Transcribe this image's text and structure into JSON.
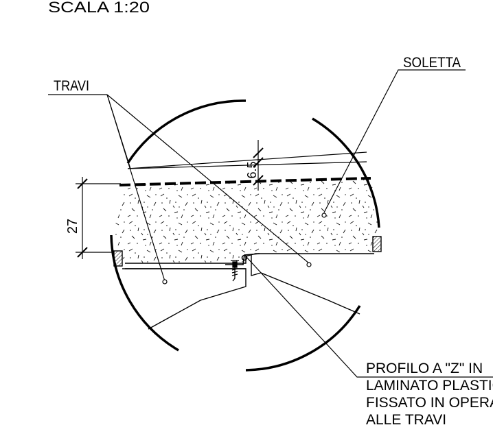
{
  "scale_label": "SCALA 1:20",
  "labels": {
    "soletta": "SOLETTA",
    "travi": "TRAVI",
    "profilo_lines": [
      "PROFILO A \"Z\" IN",
      "LAMINATO PLASTIC",
      "FISSATO IN OPERA",
      "ALLE TRAVI"
    ]
  },
  "dimensions": {
    "slab_thickness": "27",
    "top_layer": "6.5"
  }
}
